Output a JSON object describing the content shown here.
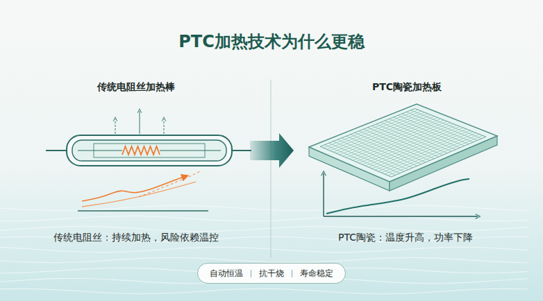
{
  "diagram": {
    "title": "PTC加热技术为什么更稳",
    "nodes": [
      {
        "text": [
          "自动恒温",
          "抗干烧",
          "寿命稳定"
        ]
      }
    ],
    "labels": [
      "传统电阻丝加热棒",
      "PTC陶瓷加热板",
      "传统电阻丝：持续加热，风险依赖温控",
      "PTC陶瓷：温度升高，功率下降"
    ]
  }
}
